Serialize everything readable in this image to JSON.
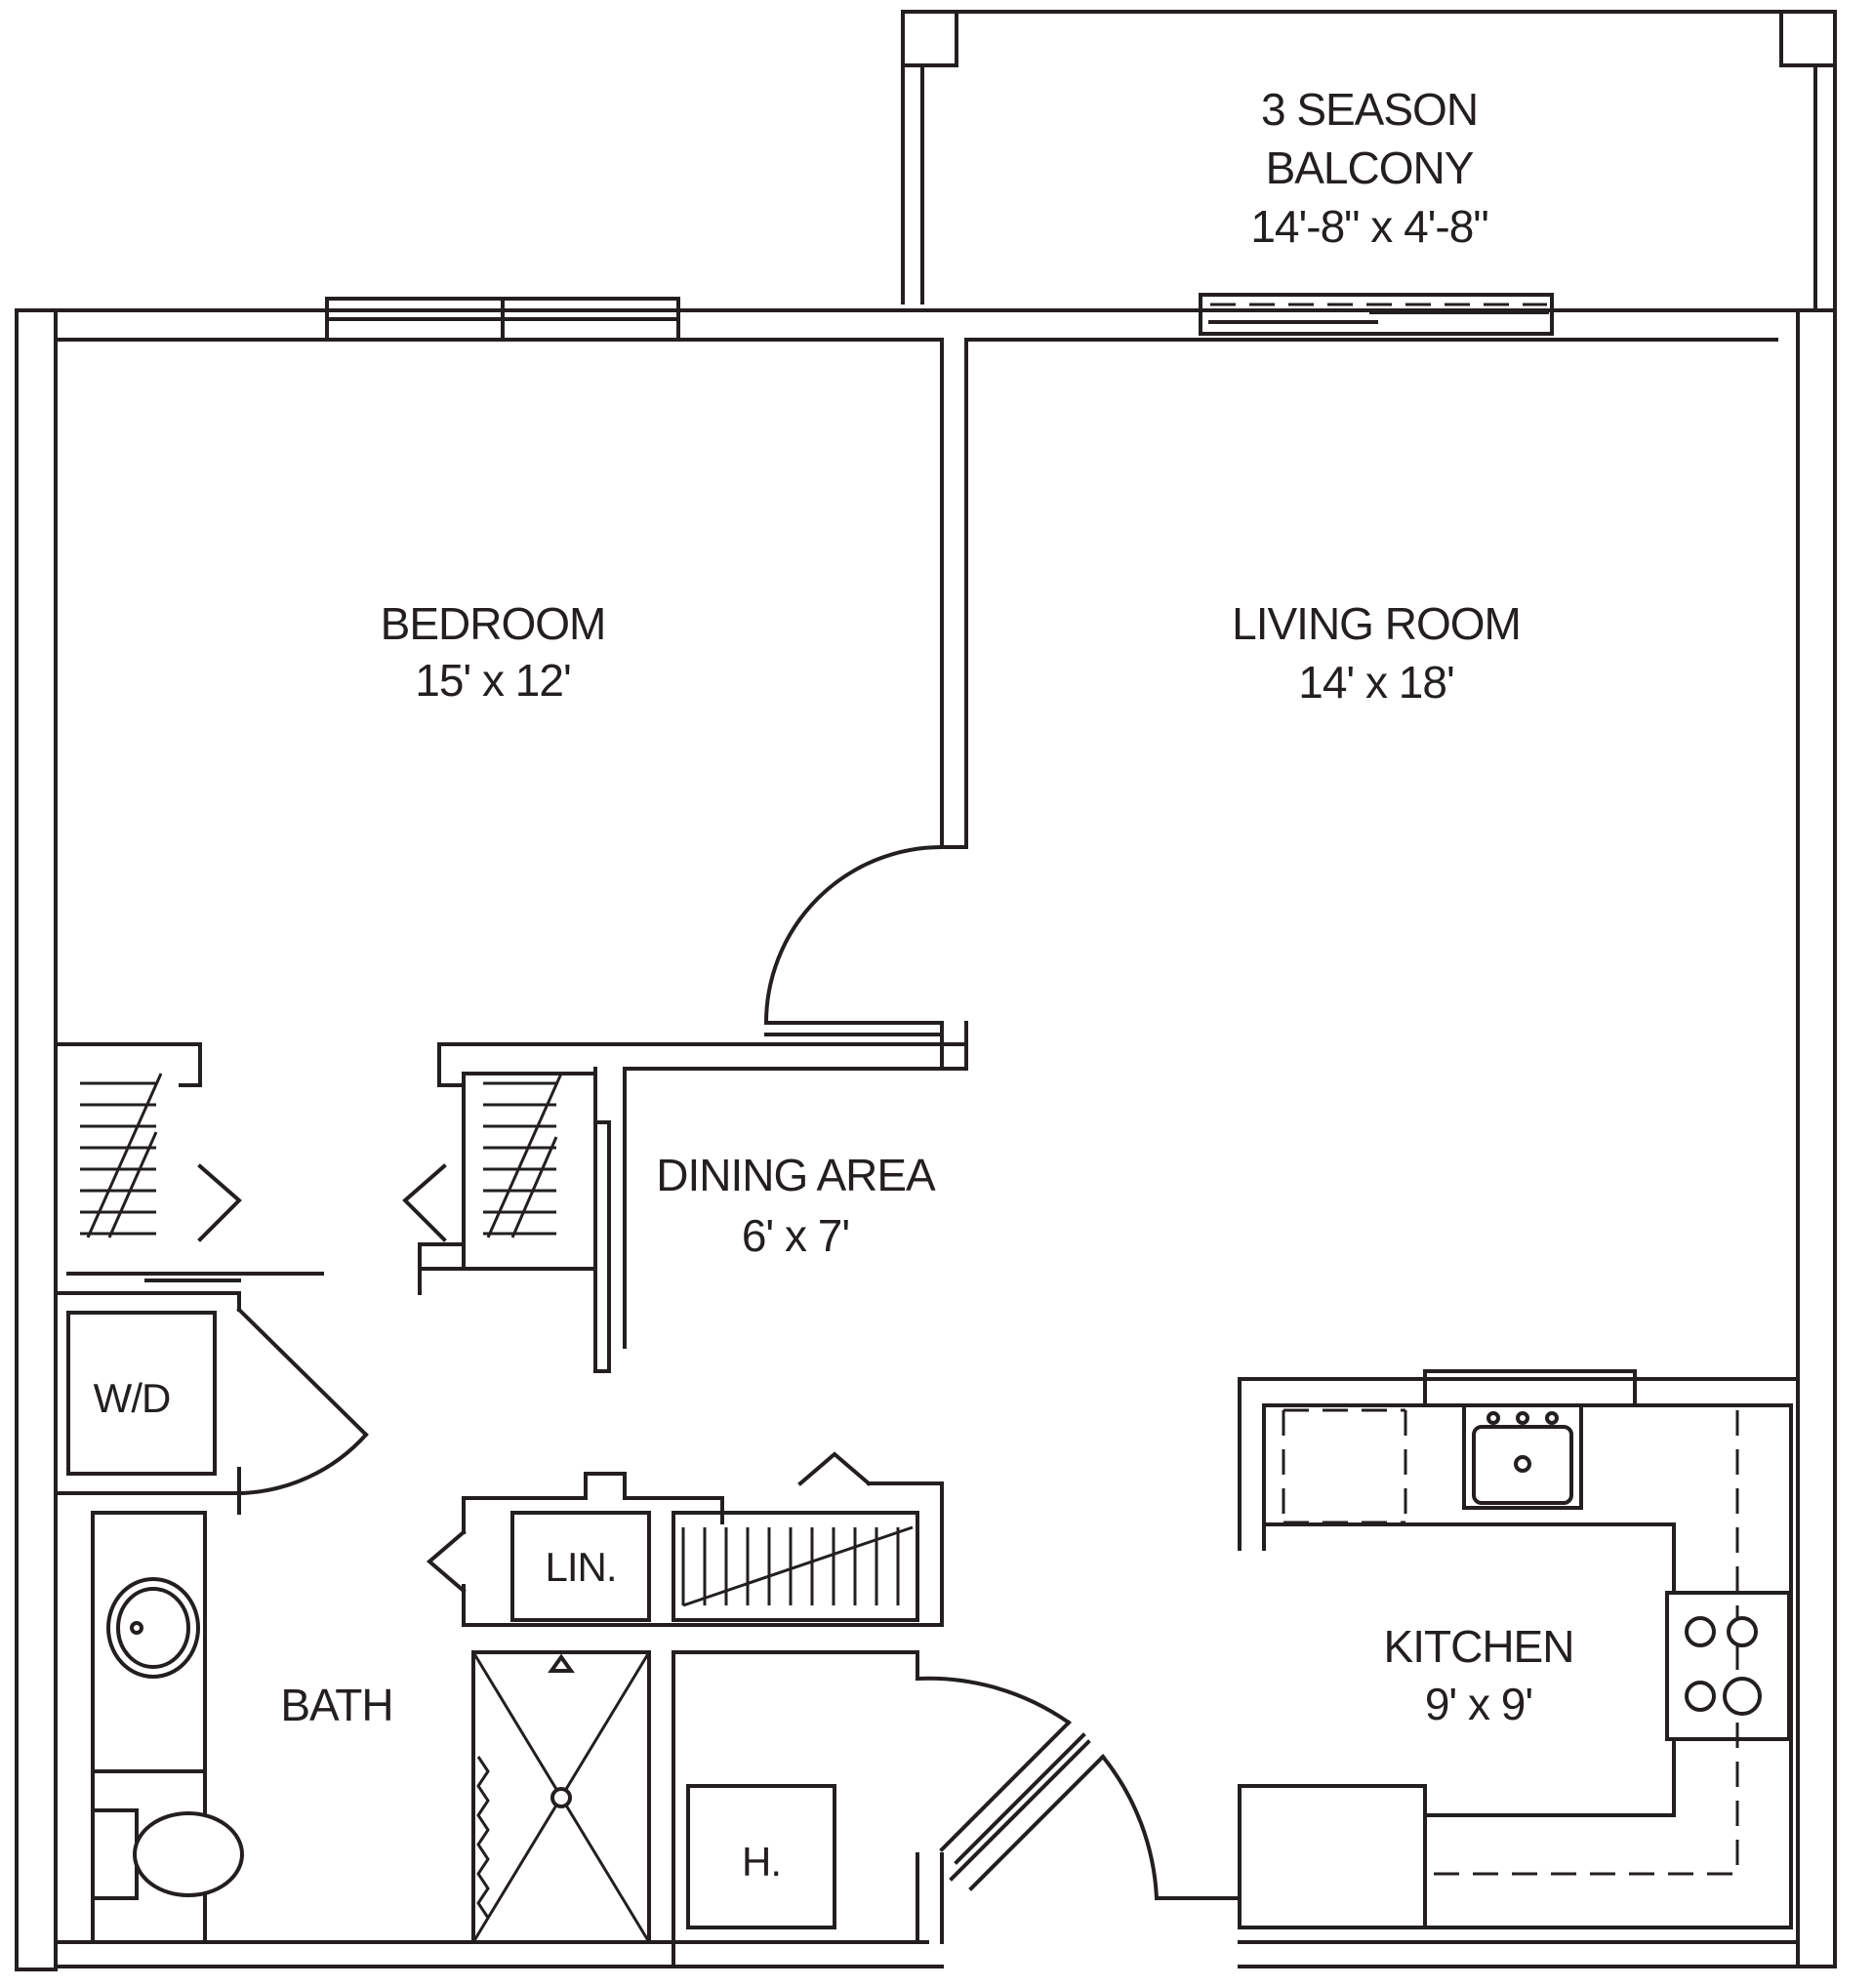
{
  "rooms": {
    "balcony": {
      "name_line1": "3 SEASON",
      "name_line2": "BALCONY",
      "size": "14'-8\" x 4'-8\""
    },
    "bedroom": {
      "name": "BEDROOM",
      "size": "15' x 12'"
    },
    "living_room": {
      "name": "LIVING ROOM",
      "size": "14' x 18'"
    },
    "dining_area": {
      "name": "DINING AREA",
      "size": "6' x 7'"
    },
    "kitchen": {
      "name": "KITCHEN",
      "size": "9' x 9'"
    },
    "bath": {
      "name": "BATH"
    }
  },
  "fixtures": {
    "washer_dryer": "W/D",
    "linen_closet": "LIN.",
    "heater": "H."
  }
}
